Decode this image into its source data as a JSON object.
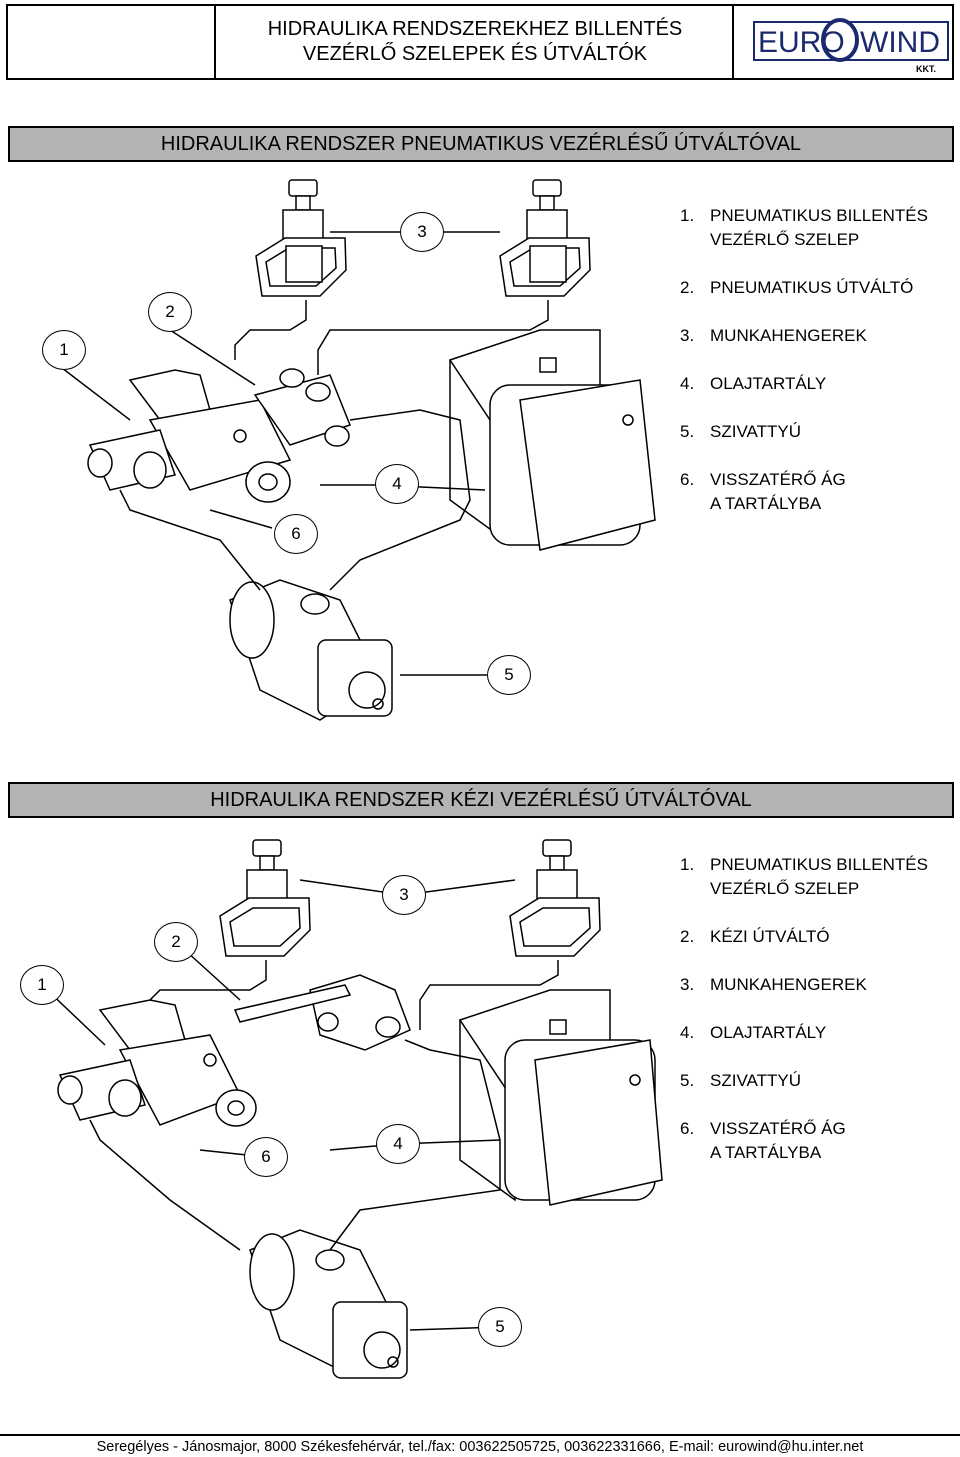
{
  "header": {
    "title_line1": "HIDRAULIKA RENDSZEREKHEZ BILLENTÉS",
    "title_line2": "VEZÉRLŐ SZELEPEK ÉS ÚTVÁLTÓK",
    "logo_euro": "EURO",
    "logo_wind": "WIND",
    "logo_kkt": "KKT."
  },
  "section1": {
    "title": "HIDRAULIKA RENDSZER PNEUMATIKUS VEZÉRLÉSŰ ÚTVÁLTÓVAL",
    "callouts": [
      "1",
      "2",
      "3",
      "4",
      "5",
      "6"
    ],
    "legend": [
      {
        "num": "1.",
        "text": "PNEUMATIKUS BILLENTÉS\nVEZÉRLŐ SZELEP"
      },
      {
        "num": "2.",
        "text": "PNEUMATIKUS ÚTVÁLTÓ"
      },
      {
        "num": "3.",
        "text": "MUNKAHENGEREK"
      },
      {
        "num": "4.",
        "text": "OLAJTARTÁLY"
      },
      {
        "num": "5.",
        "text": "SZIVATTYÚ"
      },
      {
        "num": "6.",
        "text": "VISSZATÉRŐ ÁG\nA TARTÁLYBA"
      }
    ]
  },
  "section2": {
    "title": "HIDRAULIKA RENDSZER KÉZI VEZÉRLÉSŰ ÚTVÁLTÓVAL",
    "callouts": [
      "1",
      "2",
      "3",
      "4",
      "5",
      "6"
    ],
    "legend": [
      {
        "num": "1.",
        "text": "PNEUMATIKUS BILLENTÉS\nVEZÉRLŐ SZELEP"
      },
      {
        "num": "2.",
        "text": "KÉZI ÚTVÁLTÓ"
      },
      {
        "num": "3.",
        "text": "MUNKAHENGEREK"
      },
      {
        "num": "4.",
        "text": "OLAJTARTÁLY"
      },
      {
        "num": "5.",
        "text": "SZIVATTYÚ"
      },
      {
        "num": "6.",
        "text": "VISSZATÉRŐ ÁG\nA TARTÁLYBA"
      }
    ]
  },
  "footer": {
    "text": "Seregélyes - Jánosmajor, 8000 Székesfehérvár, tel./fax: 003622505725,  003622331666, E-mail: eurowind@hu.inter.net"
  }
}
